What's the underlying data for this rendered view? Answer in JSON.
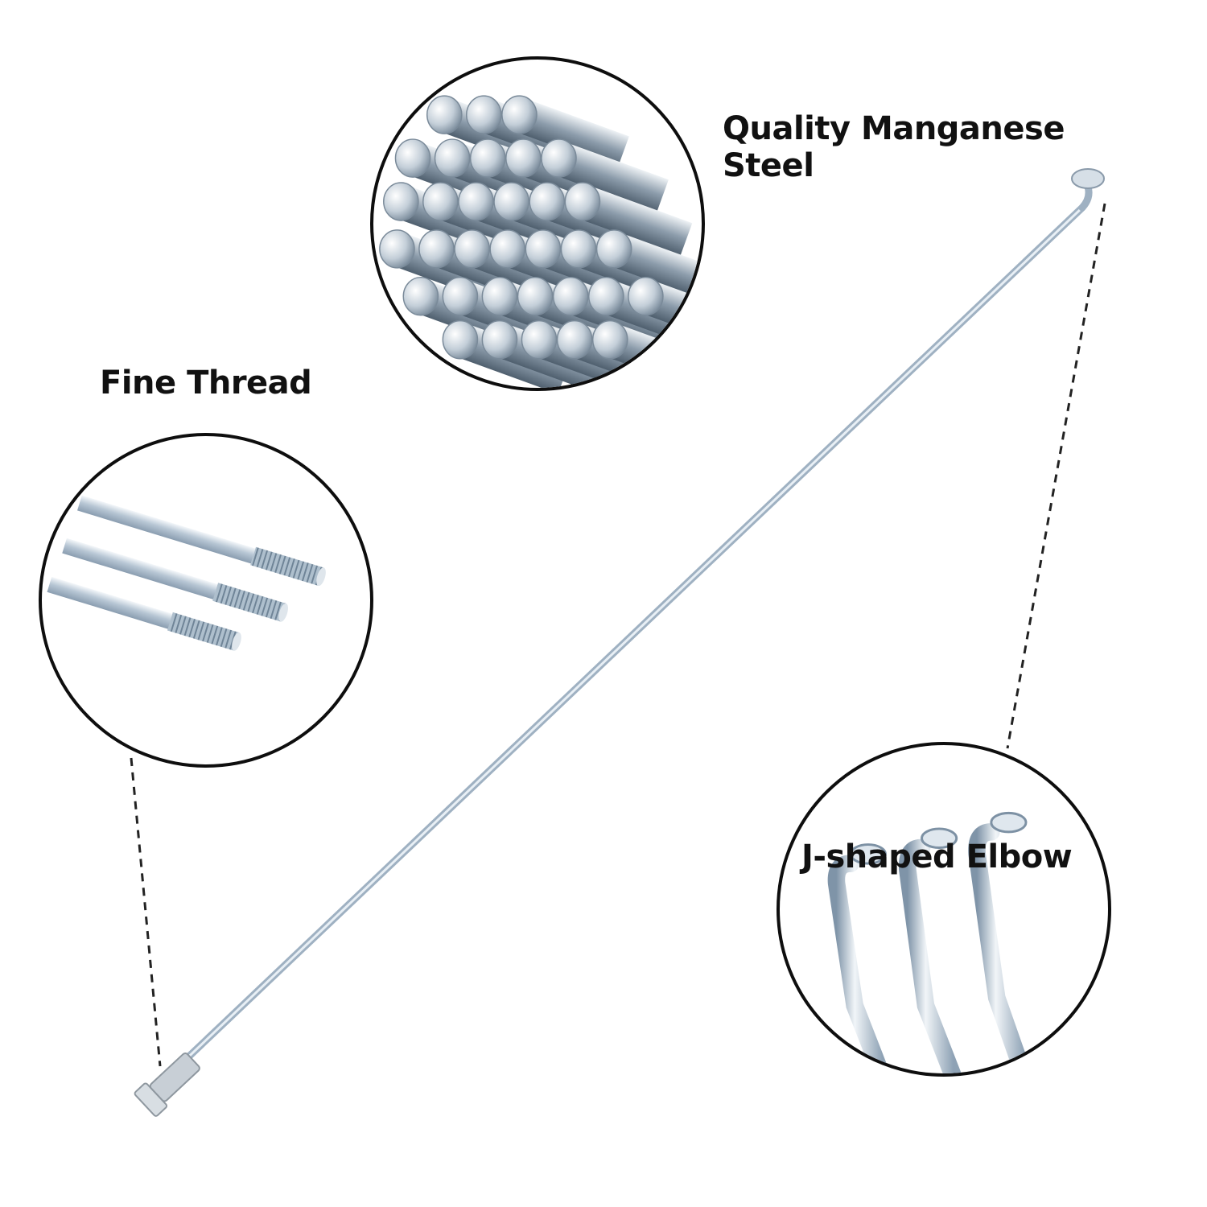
{
  "labels": {
    "steel": "Quality Manganese Steel",
    "thread": "Fine Thread",
    "elbow": "J-shaped Elbow"
  },
  "colors": {
    "outline": "#0e0e0e",
    "steel": "#c9d6e2",
    "steel_dark": "#8aa0b4",
    "text": "#111111"
  }
}
